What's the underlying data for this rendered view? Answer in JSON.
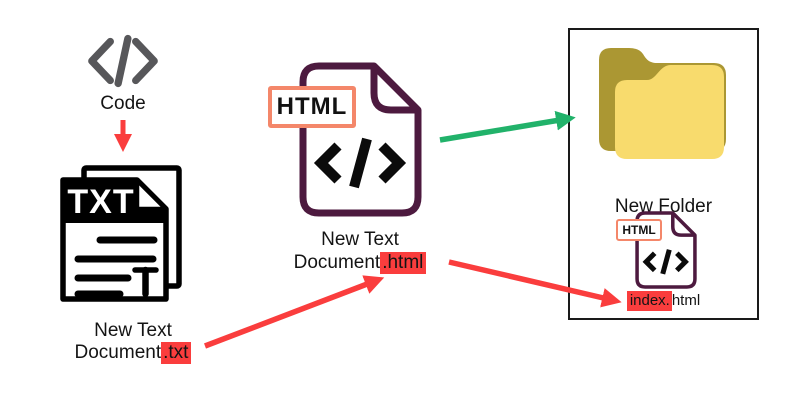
{
  "colors": {
    "red": "#fa3d3d",
    "green": "#21b26a",
    "plum": "#4d1a3f",
    "salmon": "#f4876a",
    "gray_icon": "#57575a",
    "folder_front": "#f8db6d",
    "folder_back": "#ab9733",
    "text": "#141414"
  },
  "code_source": {
    "label": "Code"
  },
  "txt_file": {
    "icon_label": "TXT",
    "name_line1": "New Text",
    "name_base": "Document",
    "name_ext_highlighted": ".txt"
  },
  "html_file": {
    "badge_label": "HTML",
    "name_line1": "New Text",
    "name_base": "Document",
    "name_ext_highlighted": ".html"
  },
  "folder_box": {
    "folder_label": "New Folder",
    "index_file": {
      "badge_label": "HTML",
      "name_prefix_highlighted": "index.",
      "name_suffix": "html"
    }
  }
}
